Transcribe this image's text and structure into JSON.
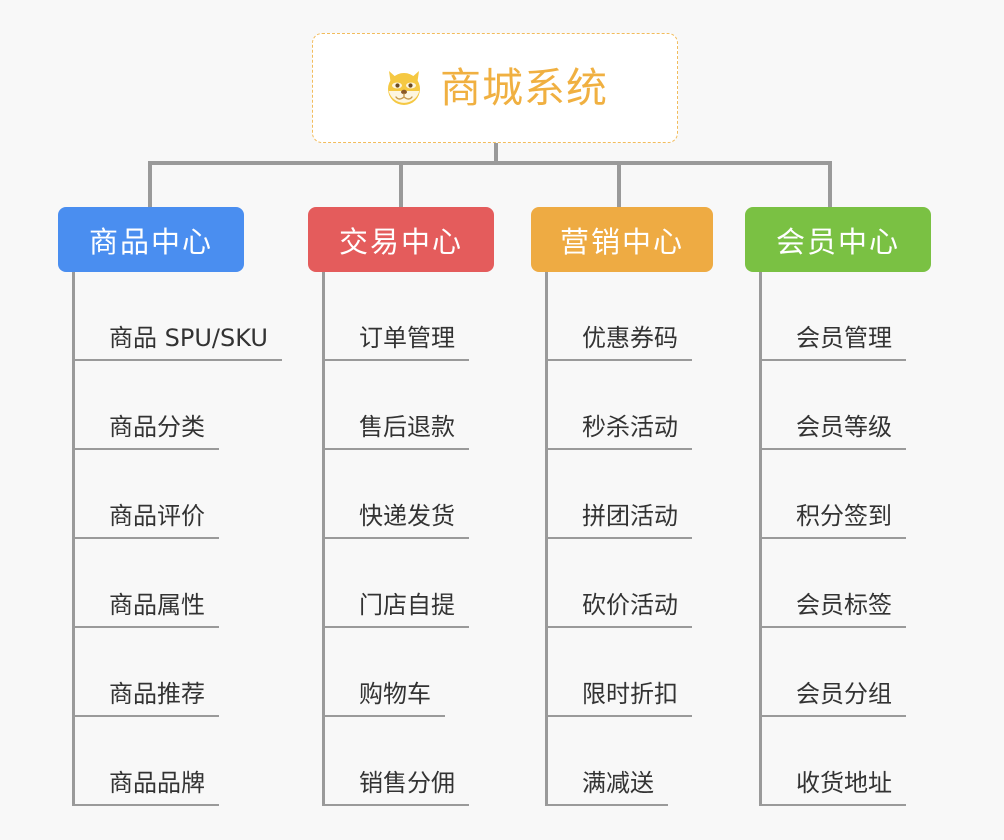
{
  "page": {
    "background": "#f8f8f8",
    "title": "商城系统"
  },
  "root": {
    "icon": "shiba-dog-face-icon",
    "label": "商城系统",
    "text_color": "#f0b041",
    "border_color": "#f2bc5c"
  },
  "categories": [
    {
      "label": "商品中心",
      "color": "#4a8ef0",
      "items": [
        "商品 SPU/SKU",
        "商品分类",
        "商品评价",
        "商品属性",
        "商品推荐",
        "商品品牌"
      ]
    },
    {
      "label": "交易中心",
      "color": "#e45c5c",
      "items": [
        "订单管理",
        "售后退款",
        "快递发货",
        "门店自提",
        "购物车",
        "销售分佣"
      ]
    },
    {
      "label": "营销中心",
      "color": "#eeab43",
      "items": [
        "优惠券码",
        "秒杀活动",
        "拼团活动",
        "砍价活动",
        "限时折扣",
        "满减送"
      ]
    },
    {
      "label": "会员中心",
      "color": "#7ac143",
      "items": [
        "会员管理",
        "会员等级",
        "积分签到",
        "会员标签",
        "会员分组",
        "收货地址"
      ]
    }
  ],
  "connector": {
    "color": "#9a9a9a"
  }
}
